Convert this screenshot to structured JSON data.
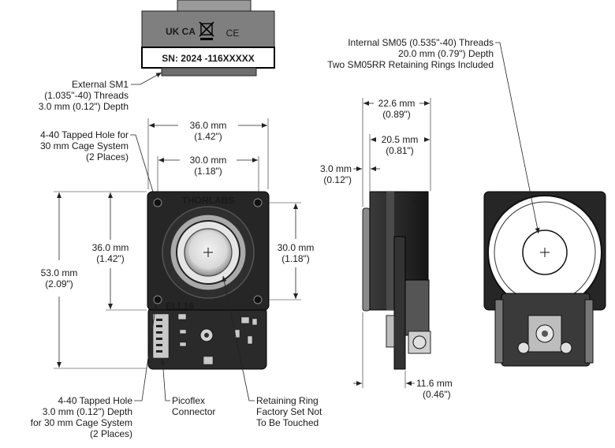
{
  "top_view": {
    "marks": [
      "UK CA",
      "CE"
    ],
    "serial": "SN: 2024 -116XXXXX"
  },
  "front_view": {
    "brand": "THORLABS",
    "model": "ELL16"
  },
  "labels": {
    "ext_thread": [
      "External SM1",
      "(1.035\"-40) Threads",
      "3.0 mm (0.12\") Depth"
    ],
    "cage_hole_top": [
      "4-40 Tapped Hole for",
      "30 mm Cage System",
      "(2 Places)"
    ],
    "cage_hole_bottom": [
      "4-40 Tapped Hole",
      "3.0 mm (0.12\") Depth",
      "for 30 mm Cage System",
      "(2 Places)"
    ],
    "picoflex": [
      "Picoflex",
      "Connector"
    ],
    "retaining_ring": [
      "Retaining Ring",
      "Factory Set Not",
      "To Be Touched"
    ],
    "int_thread": [
      "Internal SM05 (0.535\"-40) Threads",
      "20.0 mm (0.79\") Depth",
      "Two SM05RR Retaining Rings Included"
    ]
  },
  "dimensions": {
    "width_outer": [
      "36.0 mm",
      "(1.42\")"
    ],
    "width_inner": [
      "30.0 mm",
      "(1.18\")"
    ],
    "height_total": [
      "53.0 mm",
      "(2.09\")"
    ],
    "height_outer": [
      "36.0 mm",
      "(1.42\")"
    ],
    "height_inner": [
      "30.0 mm",
      "(1.18\")"
    ],
    "side_total": [
      "22.6 mm",
      "(0.89\")"
    ],
    "side_body": [
      "20.5 mm",
      "(0.81\")"
    ],
    "side_lip": [
      "3.0 mm",
      "(0.12\")"
    ],
    "side_pcb": [
      "11.6 mm",
      "(0.46\")"
    ]
  }
}
